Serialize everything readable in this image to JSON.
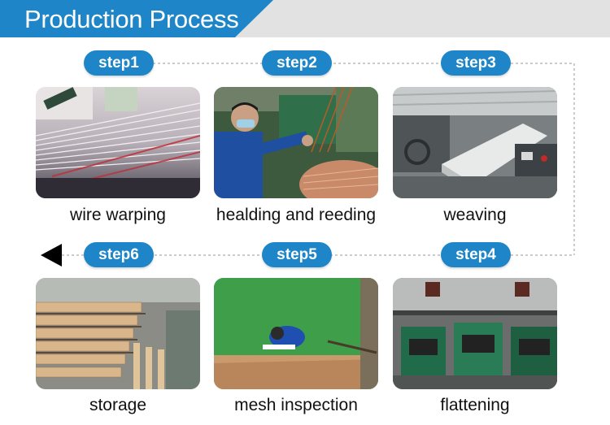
{
  "header": {
    "title": "Production Process"
  },
  "steps": [
    {
      "label": "step1",
      "caption": "wire warping",
      "image": "wire-warping-photo"
    },
    {
      "label": "step2",
      "caption": "healding and reeding",
      "image": "healding-reeding-photo"
    },
    {
      "label": "step3",
      "caption": "weaving",
      "image": "weaving-photo"
    },
    {
      "label": "step4",
      "caption": "flattening",
      "image": "flattening-photo"
    },
    {
      "label": "step5",
      "caption": "mesh inspection",
      "image": "mesh-inspection-photo"
    },
    {
      "label": "step6",
      "caption": "storage",
      "image": "storage-photo"
    }
  ],
  "colors": {
    "accent": "#1e86c8",
    "header_bg": "#e2e2e2",
    "arrow": "#000000"
  }
}
